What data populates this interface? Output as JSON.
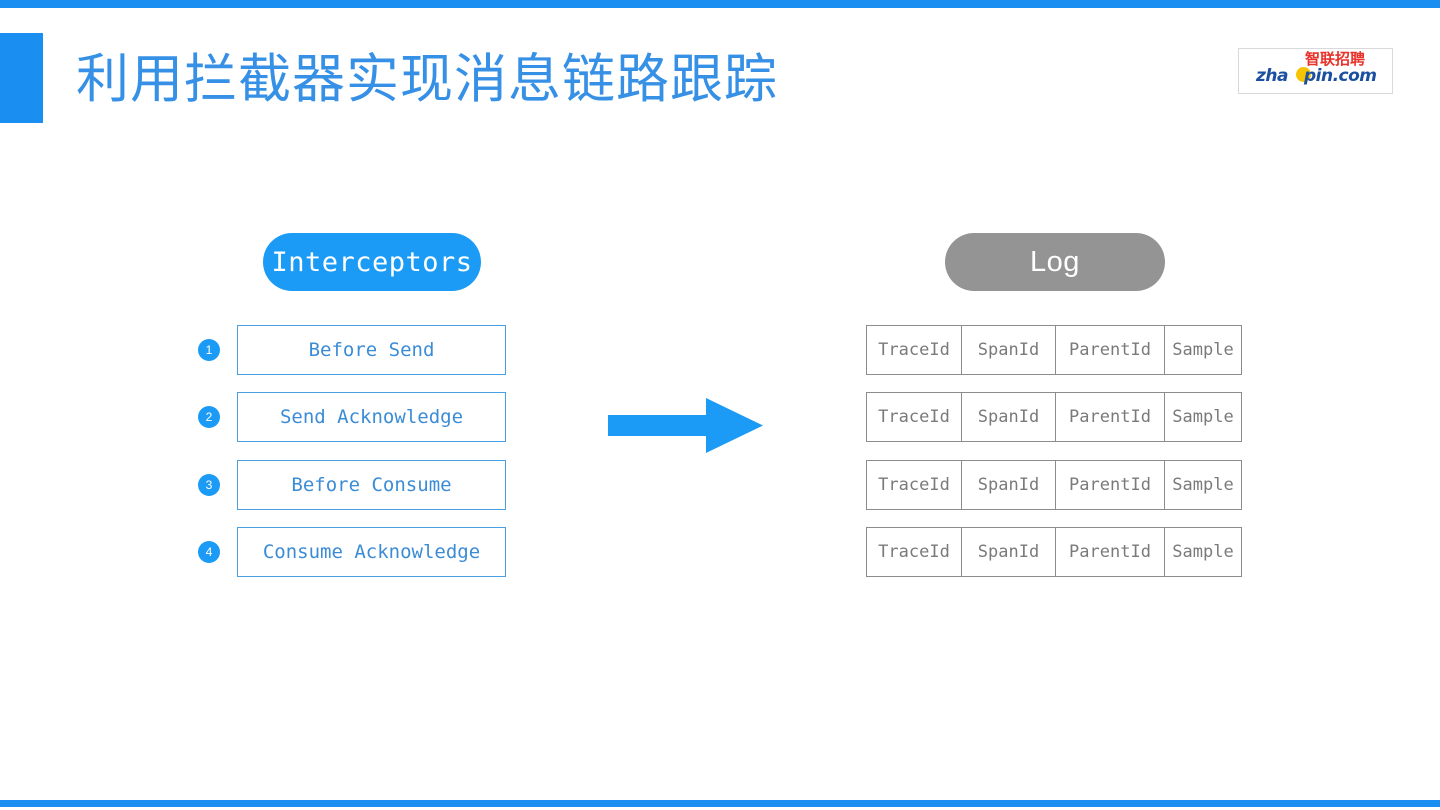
{
  "slide": {
    "title": "利用拦截器实现消息链路跟踪",
    "accent_color": "#1B8EF2",
    "background": "#ffffff"
  },
  "logo": {
    "name": "zhaopin-logo",
    "chinese_text": "智联招聘",
    "latin_text_left": "zha",
    "latin_text_right": "pin.com",
    "domain": "zhaopin.com"
  },
  "left_panel": {
    "heading": "Interceptors",
    "heading_color": "#1B9BF5",
    "steps": [
      {
        "number": "1",
        "label": "Before Send"
      },
      {
        "number": "2",
        "label": "Send Acknowledge"
      },
      {
        "number": "3",
        "label": "Before Consume"
      },
      {
        "number": "4",
        "label": "Consume Acknowledge"
      }
    ]
  },
  "flow": {
    "arrow_label": "flows-to",
    "arrow_color": "#1B9BF5"
  },
  "right_panel": {
    "heading": "Log",
    "heading_color": "#949494",
    "columns": [
      "TraceId",
      "SpanId",
      "ParentId",
      "Sample"
    ],
    "rows": [
      [
        "TraceId",
        "SpanId",
        "ParentId",
        "Sample"
      ],
      [
        "TraceId",
        "SpanId",
        "ParentId",
        "Sample"
      ],
      [
        "TraceId",
        "SpanId",
        "ParentId",
        "Sample"
      ],
      [
        "TraceId",
        "SpanId",
        "ParentId",
        "Sample"
      ]
    ]
  }
}
